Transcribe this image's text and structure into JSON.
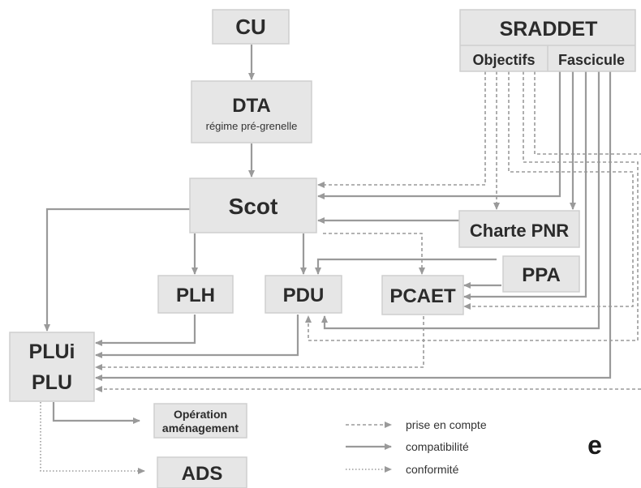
{
  "boxes": {
    "cu": "CU",
    "sraddet": "SRADDET",
    "objectifs": "Objectifs",
    "fascicule": "Fascicule",
    "dta": "DTA",
    "dta_sub": "régime pré-grenelle",
    "scot": "Scot",
    "charte_pnr": "Charte PNR",
    "ppa": "PPA",
    "plh": "PLH",
    "pdu": "PDU",
    "pcaet": "PCAET",
    "plui": "PLUi",
    "plu": "PLU",
    "operation_line1": "Opération",
    "operation_line2": "aménagement",
    "ads": "ADS"
  },
  "legend": {
    "prise_en_compte": "prise en compte",
    "compatibilite": "compatibilité",
    "conformite": "conformité"
  },
  "colors": {
    "box_fill": "#e6e6e6",
    "line": "#9a9a9a",
    "text": "#2b2b2b"
  },
  "logo": "e"
}
